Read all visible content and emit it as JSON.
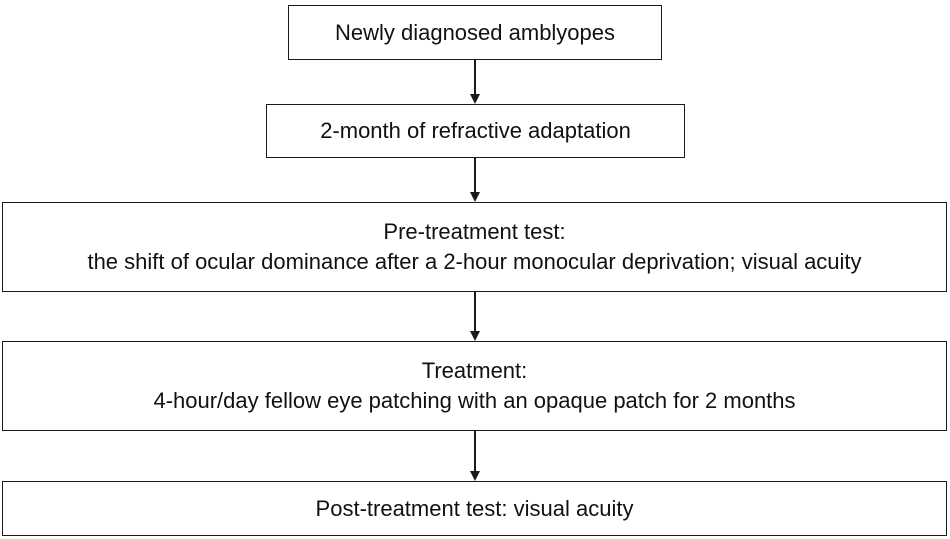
{
  "steps": [
    {
      "lines": [
        "Newly diagnosed amblyopes"
      ]
    },
    {
      "lines": [
        "2-month of refractive adaptation"
      ]
    },
    {
      "lines": [
        "Pre-treatment test:",
        "the shift of ocular dominance after a 2-hour monocular deprivation; visual acuity"
      ]
    },
    {
      "lines": [
        "Treatment:",
        "4-hour/day fellow eye patching with an opaque patch for 2 months"
      ]
    },
    {
      "lines": [
        "Post-treatment test: visual acuity"
      ]
    }
  ]
}
